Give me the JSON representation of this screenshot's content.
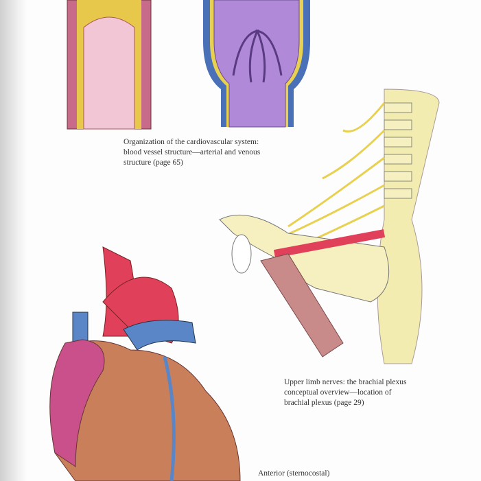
{
  "captions": {
    "vessels": [
      "Organization of the cardiovascular system:",
      "blood vessel structure—arterial and venous",
      "structure (page 65)"
    ],
    "plexus": [
      "Upper limb nerves: the brachial plexus",
      "conceptual overview—location of",
      "brachial plexus (page 29)"
    ],
    "heart": [
      "Anterior (sternocostal)"
    ]
  },
  "colors": {
    "artery": "#e0405a",
    "vein": "#5a86c8",
    "nerve": "#e8d050",
    "bone": "#f3ecb0",
    "muscle": "#c98a8a",
    "heart_muscle": "#c9805a",
    "atrium": "#c9508a",
    "venous_wall": "#b08ad8"
  }
}
